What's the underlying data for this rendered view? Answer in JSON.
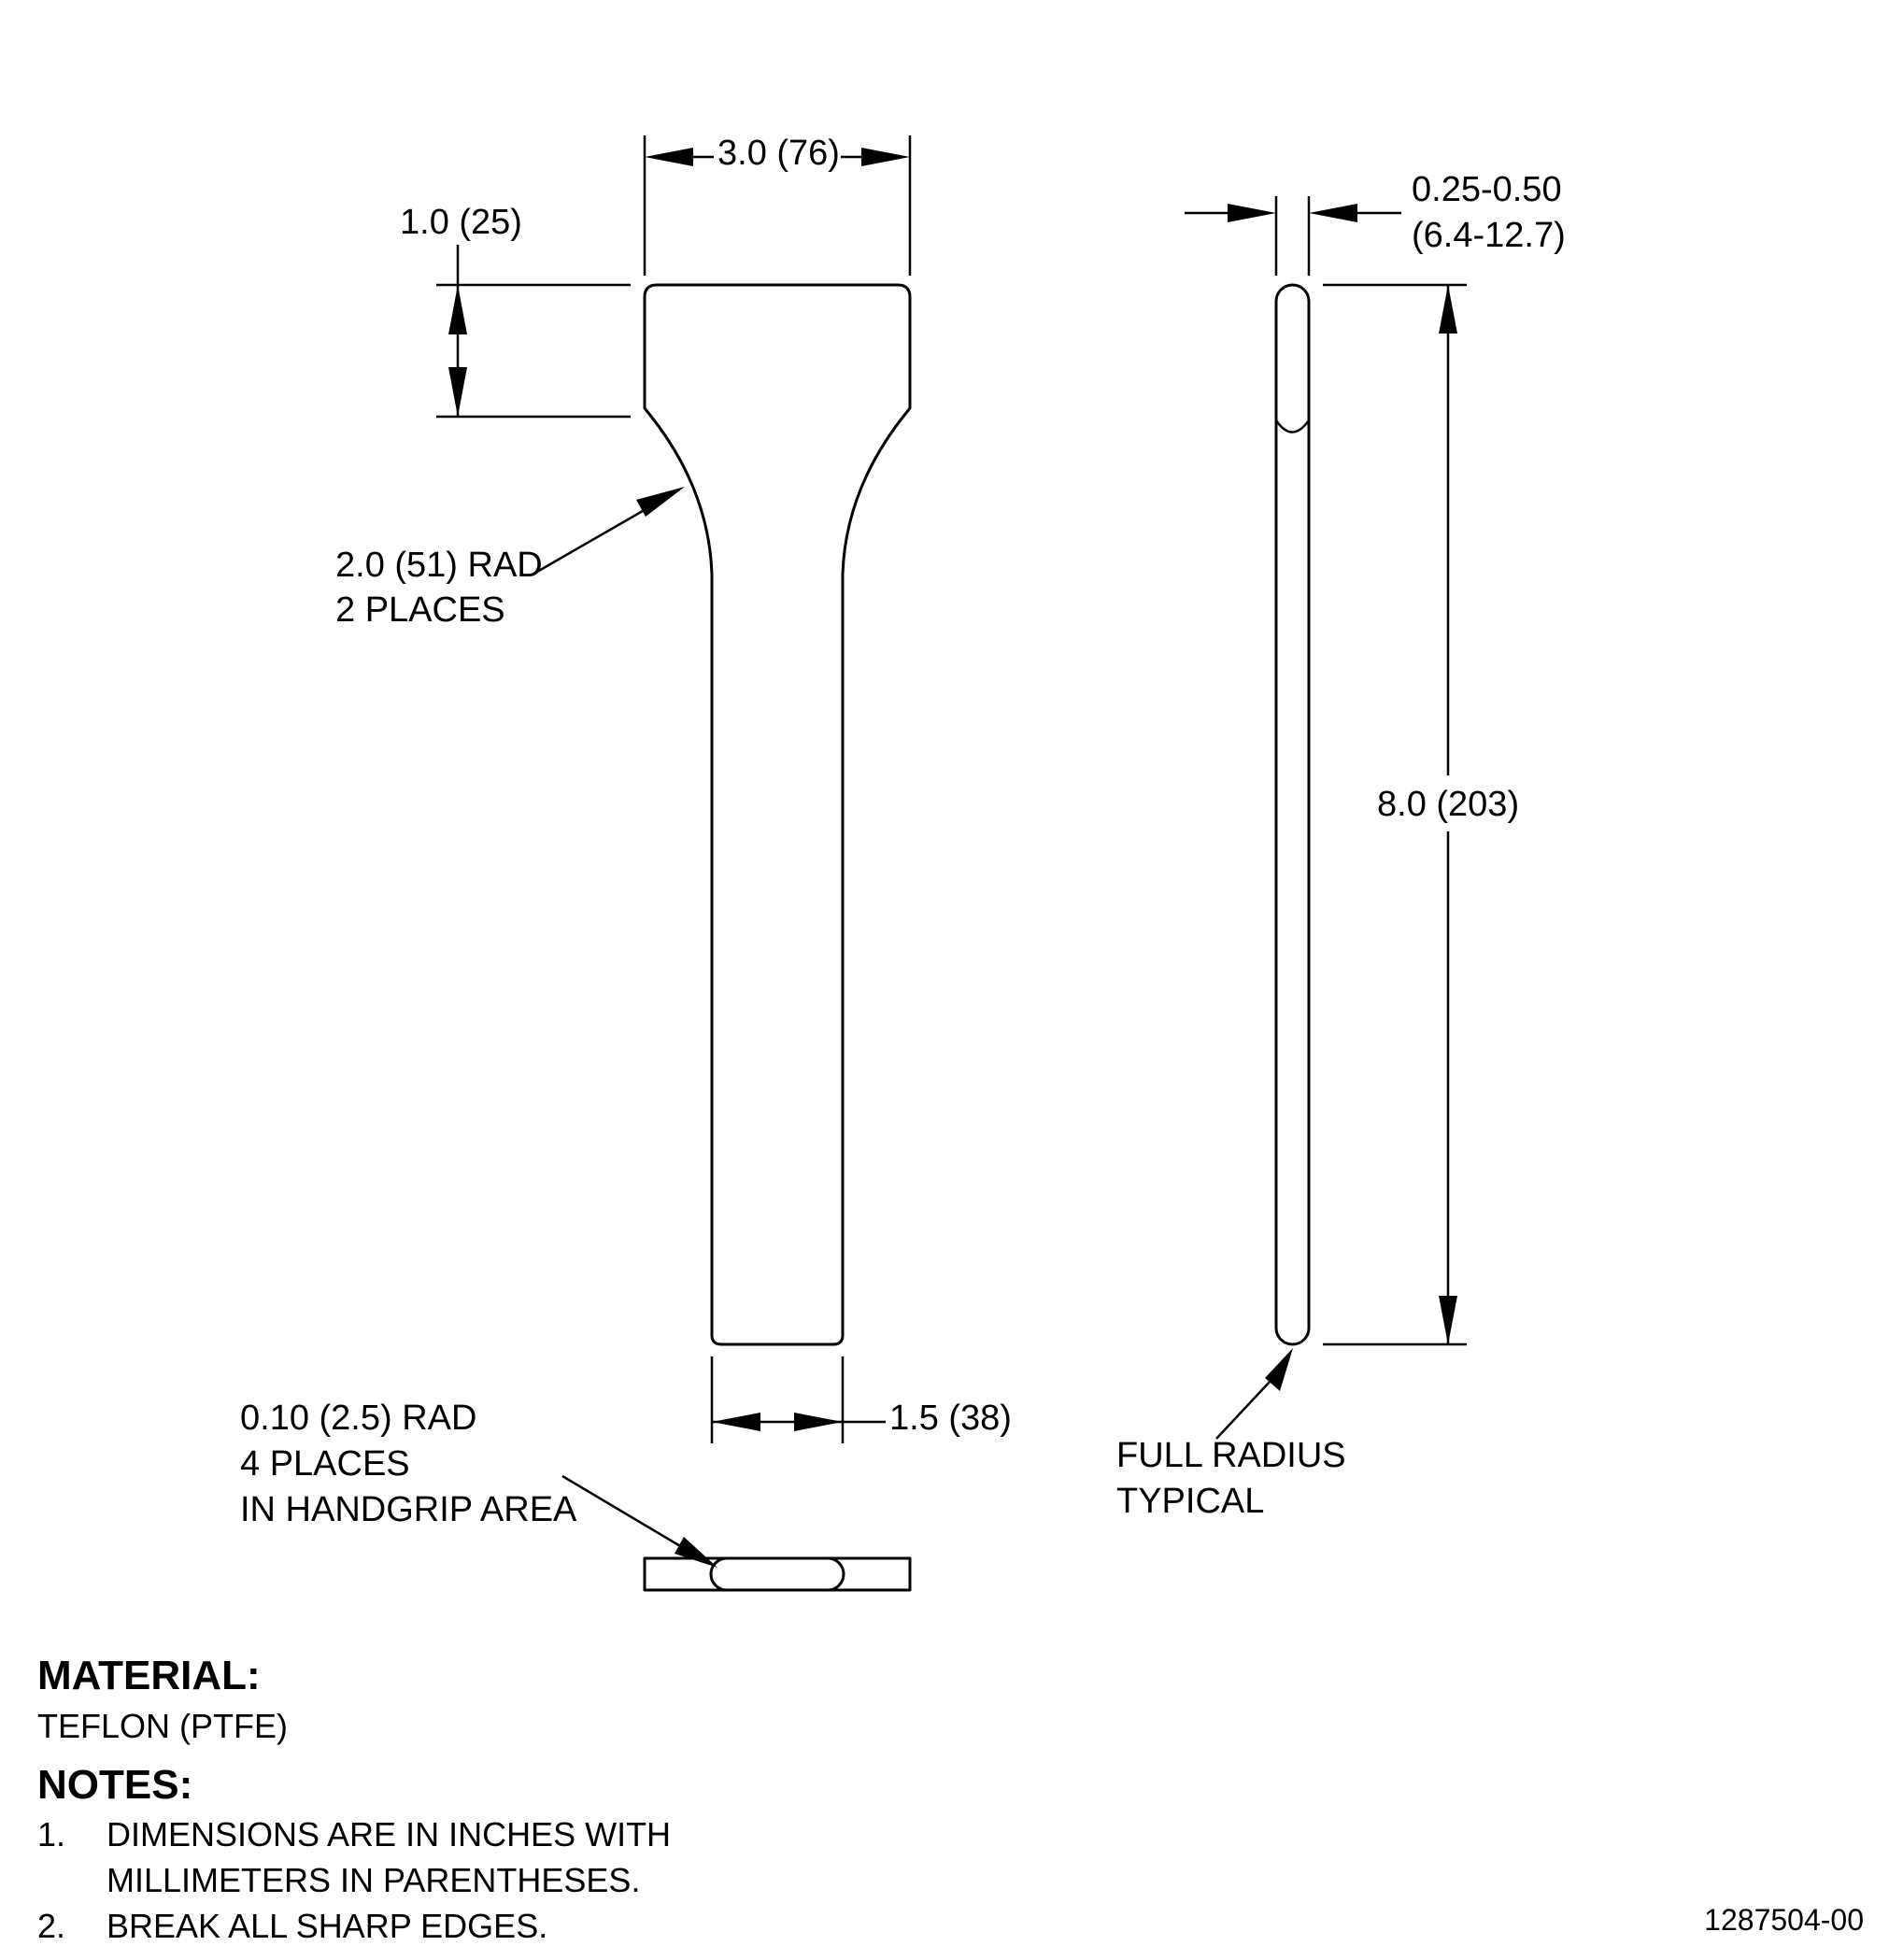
{
  "dimensions": {
    "top_width": "3.0 (76)",
    "grip_length": "1.0 (25)",
    "fillet_radius_line1": "2.0 (51) RAD",
    "fillet_radius_line2": "2 PLACES",
    "thickness_line1": "0.25-0.50",
    "thickness_line2": "(6.4-12.7)",
    "overall_length": "8.0 (203)",
    "neck_width": "1.5 (38)",
    "edge_radius_line1": "0.10 (2.5) RAD",
    "edge_radius_line2": "4 PLACES",
    "edge_radius_line3": "IN HANDGRIP AREA",
    "full_radius_line1": "FULL RADIUS",
    "full_radius_line2": "TYPICAL"
  },
  "material": {
    "heading": "MATERIAL:",
    "value": "TEFLON (PTFE)"
  },
  "notes": {
    "heading": "NOTES:",
    "items": [
      {
        "number": "1.",
        "line1": "DIMENSIONS ARE IN INCHES WITH",
        "line2": "MILLIMETERS IN PARENTHESES."
      },
      {
        "number": "2.",
        "line1": "BREAK ALL SHARP EDGES."
      }
    ]
  },
  "drawing_id": "1287504-00"
}
